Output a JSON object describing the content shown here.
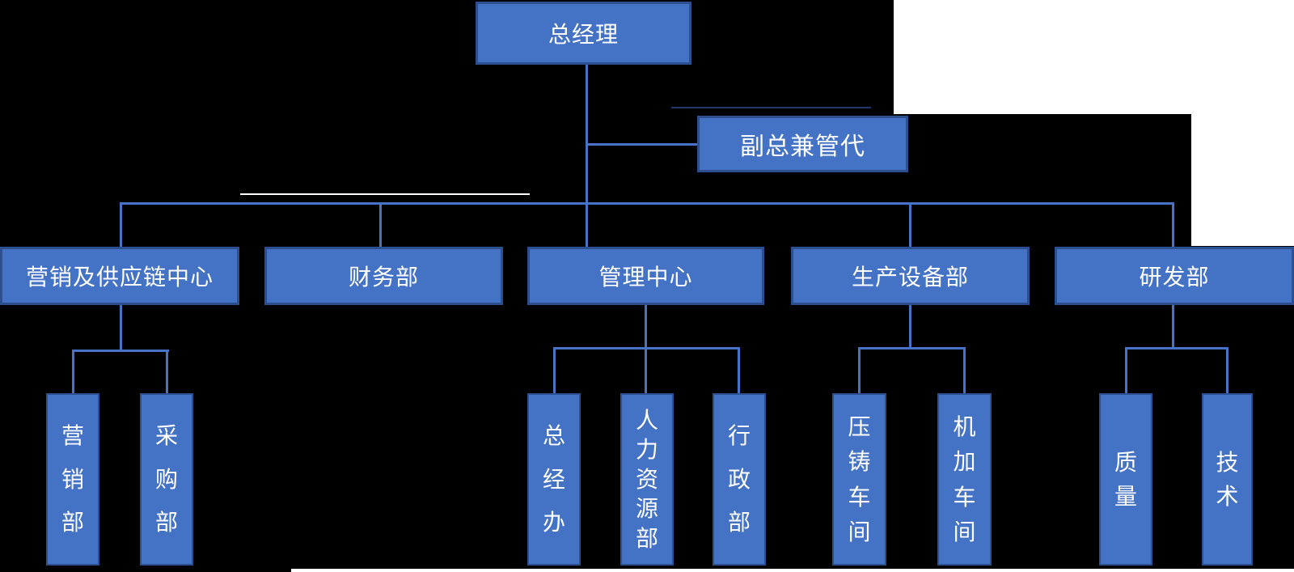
{
  "diagram": {
    "title": "organization-chart",
    "colors": {
      "background": "#000000",
      "box_fill": "#4472C4",
      "box_border": "#2B4F8F",
      "connector": "#4673C8",
      "text": "#FFFFFF",
      "white_patch": "#FFFFFF"
    },
    "nodes": {
      "gm": {
        "label": "总经理"
      },
      "deputy": {
        "label": "副总兼管代"
      },
      "marketing_supply": {
        "label": "营销及供应链中心"
      },
      "finance": {
        "label": "财务部"
      },
      "mgmt_center": {
        "label": "管理中心"
      },
      "production_equipment": {
        "label": "生产设备部"
      },
      "rnd": {
        "label": "研发部"
      },
      "marketing": {
        "label": "营销部"
      },
      "purchasing": {
        "label": "采购部"
      },
      "gm_office": {
        "label": "总经办"
      },
      "hr": {
        "label": "人力资源部"
      },
      "admin": {
        "label": "行政部"
      },
      "die_casting": {
        "label": "压铸车间"
      },
      "machining": {
        "label": "机加车间"
      },
      "quality": {
        "label": "质量"
      },
      "tech": {
        "label": "技术"
      }
    }
  }
}
